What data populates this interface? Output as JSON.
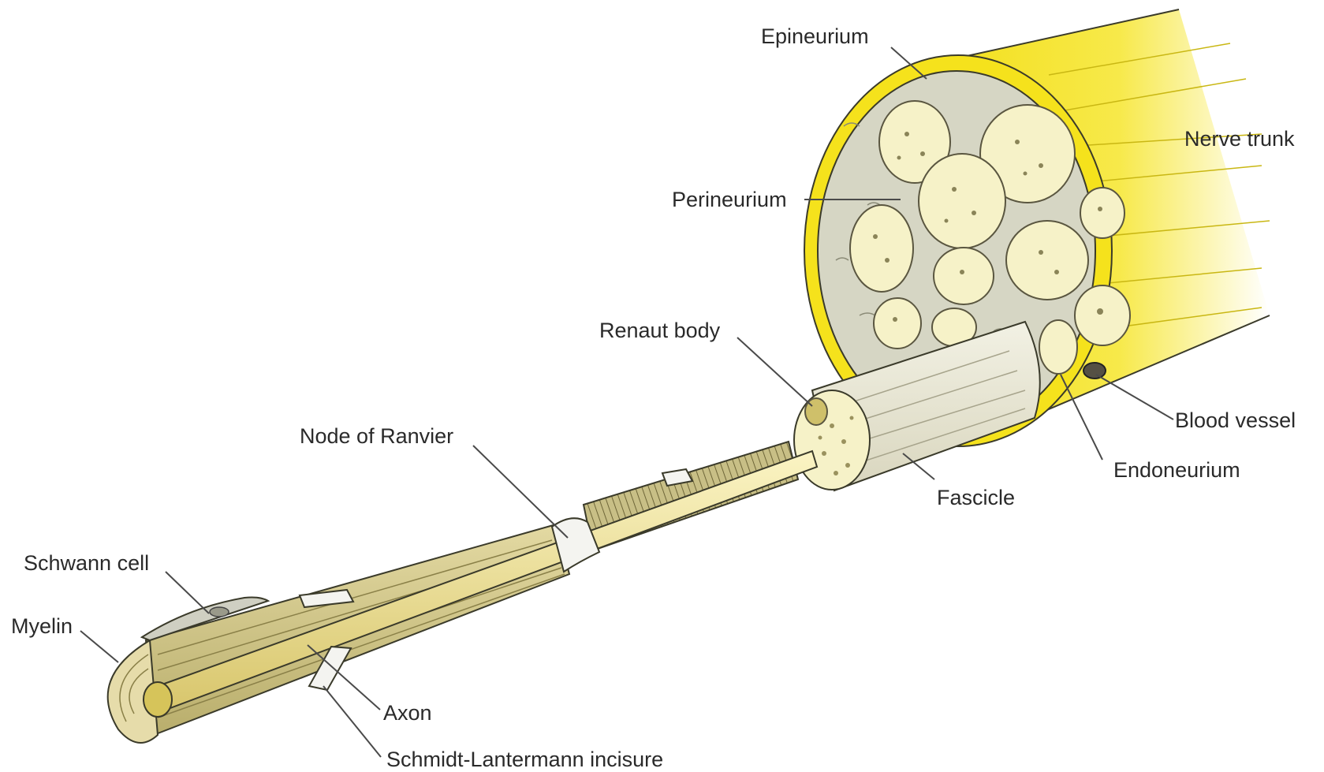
{
  "diagram": {
    "labels": {
      "epineurium": "Epineurium",
      "nerve_trunk": "Nerve trunk",
      "perineurium": "Perineurium",
      "renaut_body": "Renaut body",
      "blood_vessel": "Blood vessel",
      "node_of_ranvier": "Node of Ranvier",
      "endoneurium": "Endoneurium",
      "fascicle": "Fascicle",
      "schwann_cell": "Schwann cell",
      "myelin": "Myelin",
      "axon": "Axon",
      "schmidt_lantermann": "Schmidt-Lantermann incisure"
    },
    "colors": {
      "epineurium_yellow": "#f5e21c",
      "fascicle_fill": "#f6f2c8",
      "matrix_gray": "#d6d6c4",
      "myelin_olive": "#cdc48a",
      "axon_yellow": "#f1e6a0",
      "line": "#3a3a2a"
    }
  }
}
